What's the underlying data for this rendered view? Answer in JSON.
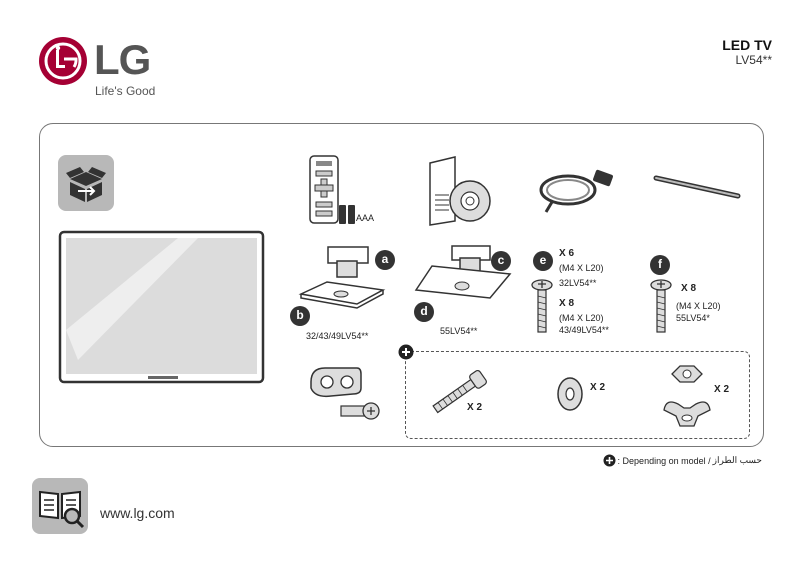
{
  "brand": {
    "name": "LG",
    "tagline": "Life's Good"
  },
  "header": {
    "product": "LED TV",
    "model": "LV54**"
  },
  "parts": {
    "remote_batteries": "AAA",
    "stand_a": {
      "letter": "a"
    },
    "stand_b": {
      "letter": "b",
      "models": "32/43/49LV54**"
    },
    "stand_c": {
      "letter": "c"
    },
    "stand_d": {
      "letter": "d",
      "models": "55LV54**"
    },
    "screw_e": {
      "letter": "e",
      "qty1": "X 6",
      "spec1": "(M4 X L20)",
      "model1": "32LV54**",
      "qty2": "X 8",
      "spec2": "(M4 X L20)",
      "model2": "43/49LV54**"
    },
    "screw_f": {
      "letter": "f",
      "qty": "X 8",
      "spec": "(M4 X L20)",
      "model": "55LV54*"
    },
    "optional": {
      "bolt_qty": "X 2",
      "washer_qty": "X 2",
      "nut_qty": "X 2"
    }
  },
  "footer": {
    "note_ar": "حسب الطراز",
    "note_en": ": Depending on model / ",
    "url": "www.lg.com"
  },
  "colors": {
    "brand_red": "#a50034",
    "icon_gray": "#b0b0b0",
    "badge": "#333333"
  }
}
